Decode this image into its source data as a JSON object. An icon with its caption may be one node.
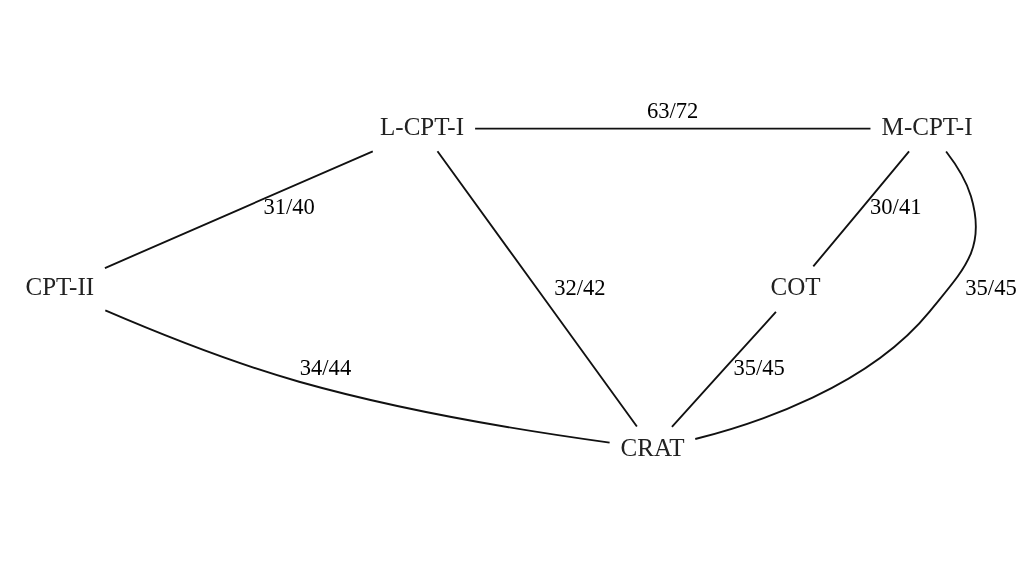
{
  "diagram": {
    "nodes": [
      {
        "text": [
          "L-CPT-I"
        ]
      },
      {
        "text": [
          "M-CPT-I"
        ]
      },
      {
        "text": [
          "CPT-II"
        ]
      },
      {
        "text": [
          "COT"
        ]
      },
      {
        "text": [
          "CRAT"
        ]
      }
    ],
    "edges": [
      {
        "from": 0,
        "to": 1,
        "arrow": "none",
        "label": "63/72"
      },
      {
        "from": 0,
        "to": 2,
        "arrow": "none",
        "label": "31/40"
      },
      {
        "from": 0,
        "to": 4,
        "arrow": "none",
        "label": "32/42"
      },
      {
        "from": 1,
        "to": 4,
        "arrow": "none",
        "label": "35/45"
      },
      {
        "from": 1,
        "to": 3,
        "arrow": "none",
        "label": "30/41"
      },
      {
        "from": 2,
        "to": 4,
        "arrow": "none",
        "label": "34/44"
      },
      {
        "from": 3,
        "to": 4,
        "arrow": "none",
        "label": "35/45"
      }
    ]
  }
}
